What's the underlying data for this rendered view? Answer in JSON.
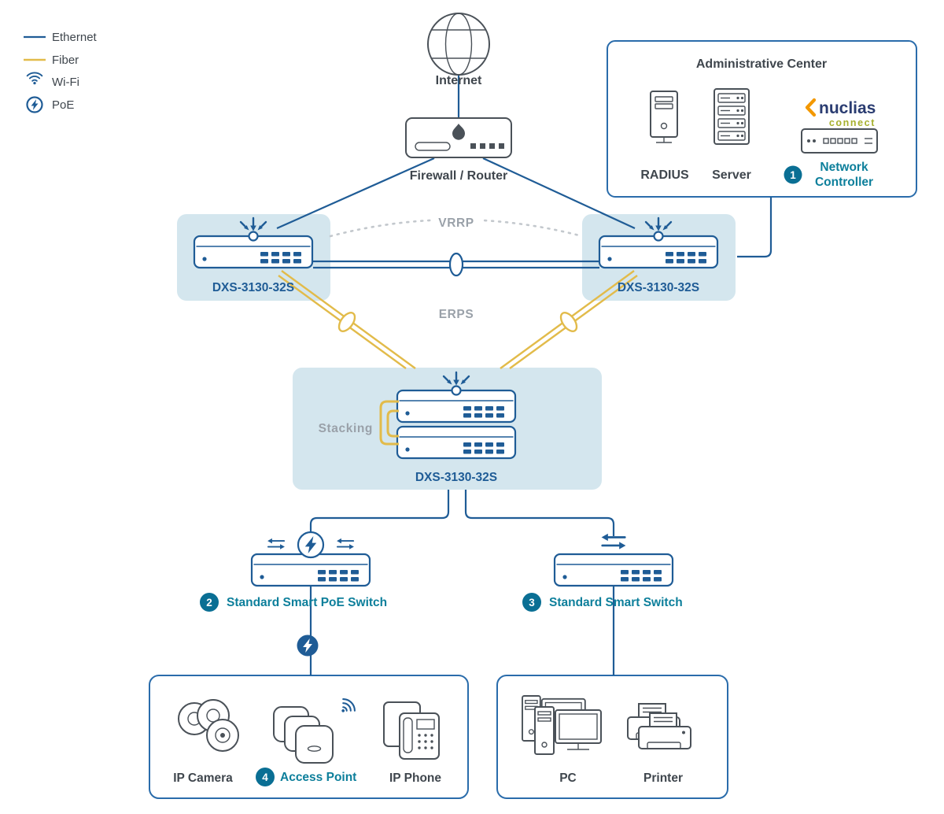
{
  "legend": {
    "items": [
      {
        "label": "Ethernet"
      },
      {
        "label": "Fiber"
      },
      {
        "label": "Wi-Fi"
      },
      {
        "label": "PoE"
      }
    ]
  },
  "internet": {
    "label": "Internet"
  },
  "firewall": {
    "label": "Firewall / Router"
  },
  "admin_center": {
    "title": "Administrative Center",
    "radius": {
      "label": "RADIUS"
    },
    "server": {
      "label": "Server"
    },
    "controller": {
      "badge": "1",
      "brand": "nuclias",
      "brand_sub": "connect",
      "label_line1": "Network",
      "label_line2": "Controller"
    }
  },
  "core_ring": {
    "left_switch": {
      "model": "DXS-3130-32S"
    },
    "right_switch": {
      "model": "DXS-3130-32S"
    },
    "vrrp_label": "VRRP",
    "erps_label": "ERPS"
  },
  "distribution": {
    "stacking_label": "Stacking",
    "switch": {
      "model": "DXS-3130-32S"
    }
  },
  "access": {
    "poe_switch": {
      "badge": "2",
      "label": "Standard Smart PoE Switch"
    },
    "smart_switch": {
      "badge": "3",
      "label": "Standard Smart Switch"
    }
  },
  "endpoints": {
    "poe_group": {
      "ip_camera": {
        "label": "IP Camera"
      },
      "access_point": {
        "badge": "4",
        "label": "Access Point"
      },
      "ip_phone": {
        "label": "IP Phone"
      }
    },
    "lan_group": {
      "pc": {
        "label": "PC"
      },
      "printer": {
        "label": "Printer"
      }
    }
  },
  "colors": {
    "ethernet_line": "#1f5c96",
    "fiber_line": "#e2bb4a",
    "device_outline": "#4a5158",
    "panel_bg": "#d4e6ee",
    "teal_label": "#0d7f9b",
    "badge_bg": "#0a6f94",
    "gray_label": "#9aa1a9",
    "box_border": "#2a6cab",
    "brand_navy": "#2a3c71",
    "brand_orange": "#f39800",
    "brand_green": "#a6b02e",
    "dark_text": "#3f464d"
  }
}
